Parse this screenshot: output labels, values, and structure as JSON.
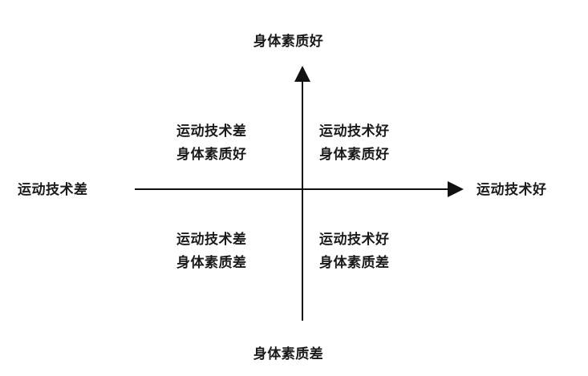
{
  "diagram": {
    "title": "",
    "colors": {
      "background": "#ffffff",
      "axis": "#111111",
      "text": "#1a1a1a"
    },
    "axes": {
      "vertical_top_label": "身体素质好",
      "vertical_bottom_label": "身体素质差",
      "horizontal_left_label": "运动技术差",
      "horizontal_right_label": "运动技术好"
    },
    "quadrants": [
      {
        "position": "top-left",
        "line1": "运动技术差",
        "line2": "身体素质好"
      },
      {
        "position": "top-right",
        "line1": "运动技术好",
        "line2": "身体素质好"
      },
      {
        "position": "bottom-left",
        "line1": "运动技术差",
        "line2": "身体素质差"
      },
      {
        "position": "bottom-right",
        "line1": "运动技术好",
        "line2": "身体素质差"
      }
    ]
  }
}
